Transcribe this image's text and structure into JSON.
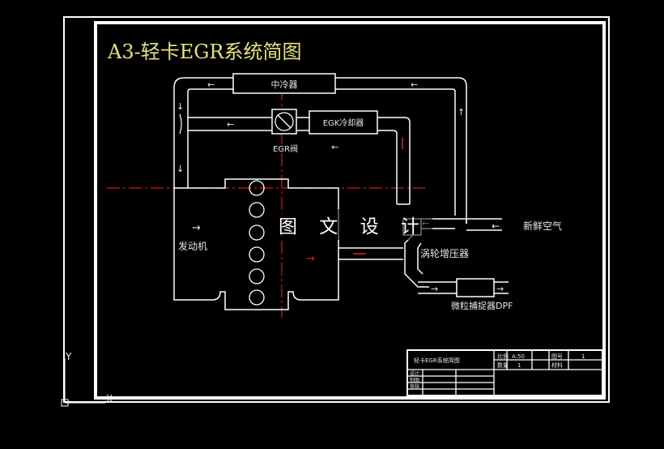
{
  "drawing_title": "A3-轻卡EGR系统简图",
  "components": {
    "intercooler": "中冷器",
    "egr_cooler": "EGK冷却器",
    "egr_valve": "EGR阀",
    "engine": "发动机",
    "turbocharger": "涡轮增压器",
    "fresh_air": "新鲜空气",
    "dpf": "微粒捕捉器DPF"
  },
  "watermark": "图 文 设 计",
  "arrows": {
    "left": "←",
    "right": "→",
    "up": "↑",
    "down": "↓"
  },
  "title_block": {
    "drawing_name": "轻卡EGR系统简图",
    "scale_label": "比例",
    "scale_value": "A:50",
    "sheet_label": "图号",
    "sheet_value": "1",
    "qty_label": "数量",
    "qty_value": "1",
    "material_label": "材料",
    "design": "设计",
    "draw": "制图",
    "review": "审核"
  },
  "ucs": {
    "y_label": "Y",
    "x_label": "X"
  },
  "colors": {
    "line": "#ffffff",
    "title": "#e6e27a",
    "centerline": "#d01818",
    "flow_red": "#e02020"
  }
}
